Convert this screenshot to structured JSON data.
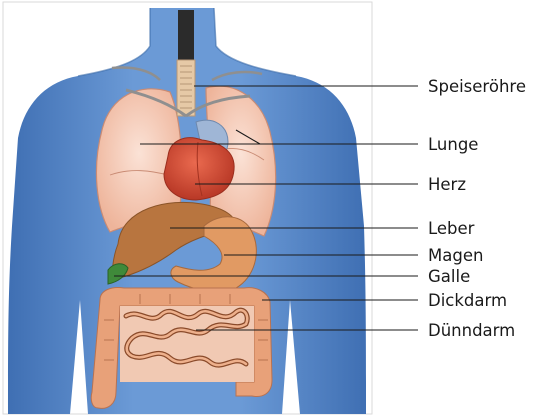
{
  "diagram": {
    "labels": [
      {
        "id": "speiseroehre",
        "text": "Speiseröhre"
      },
      {
        "id": "lunge",
        "text": "Lunge"
      },
      {
        "id": "herz",
        "text": "Herz"
      },
      {
        "id": "leber",
        "text": "Leber"
      },
      {
        "id": "magen",
        "text": "Magen"
      },
      {
        "id": "galle",
        "text": "Galle"
      },
      {
        "id": "dickdarm",
        "text": "Dickdarm"
      },
      {
        "id": "duenndarm",
        "text": "Dünndarm"
      }
    ],
    "colors": {
      "body": "#5b8fce",
      "lung": "#f6cbb6",
      "heart": "#d94a34",
      "liver": "#b8753f",
      "stomach": "#e19a63",
      "gall": "#3f8a3a",
      "intestine": "#e8a179"
    }
  }
}
